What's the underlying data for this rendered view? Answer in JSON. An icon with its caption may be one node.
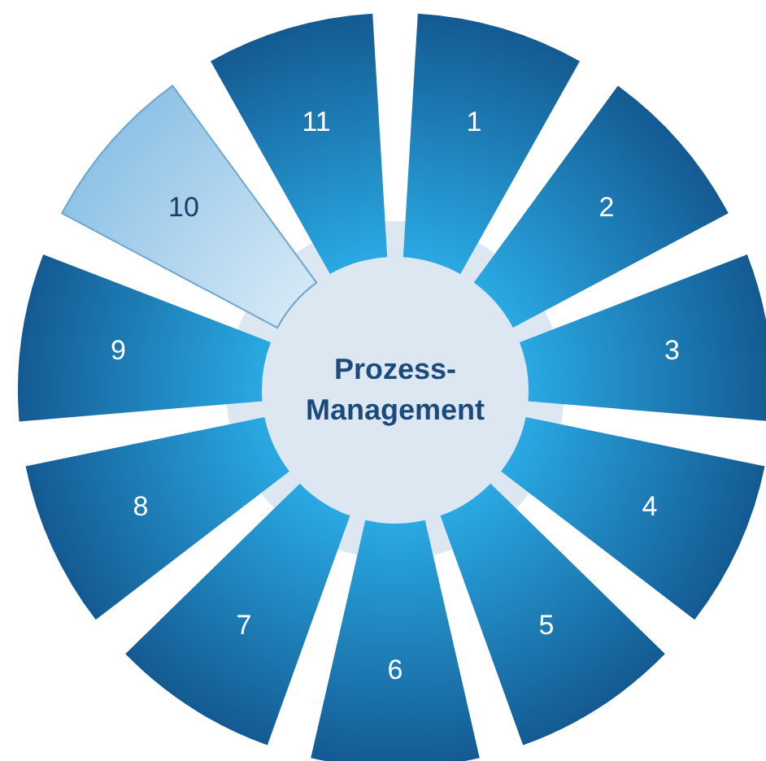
{
  "diagram": {
    "nodes": [
      {
        "text": [
          "Prozess-Management"
        ]
      },
      {
        "text": [
          "1"
        ]
      },
      {
        "text": [
          "2"
        ]
      },
      {
        "text": [
          "3"
        ]
      },
      {
        "text": [
          "4"
        ]
      },
      {
        "text": [
          "5"
        ]
      },
      {
        "text": [
          "6"
        ]
      },
      {
        "text": [
          "7"
        ]
      },
      {
        "text": [
          "8"
        ]
      },
      {
        "text": [
          "9"
        ]
      },
      {
        "text": [
          "10"
        ]
      },
      {
        "text": [
          "11"
        ]
      }
    ]
  }
}
